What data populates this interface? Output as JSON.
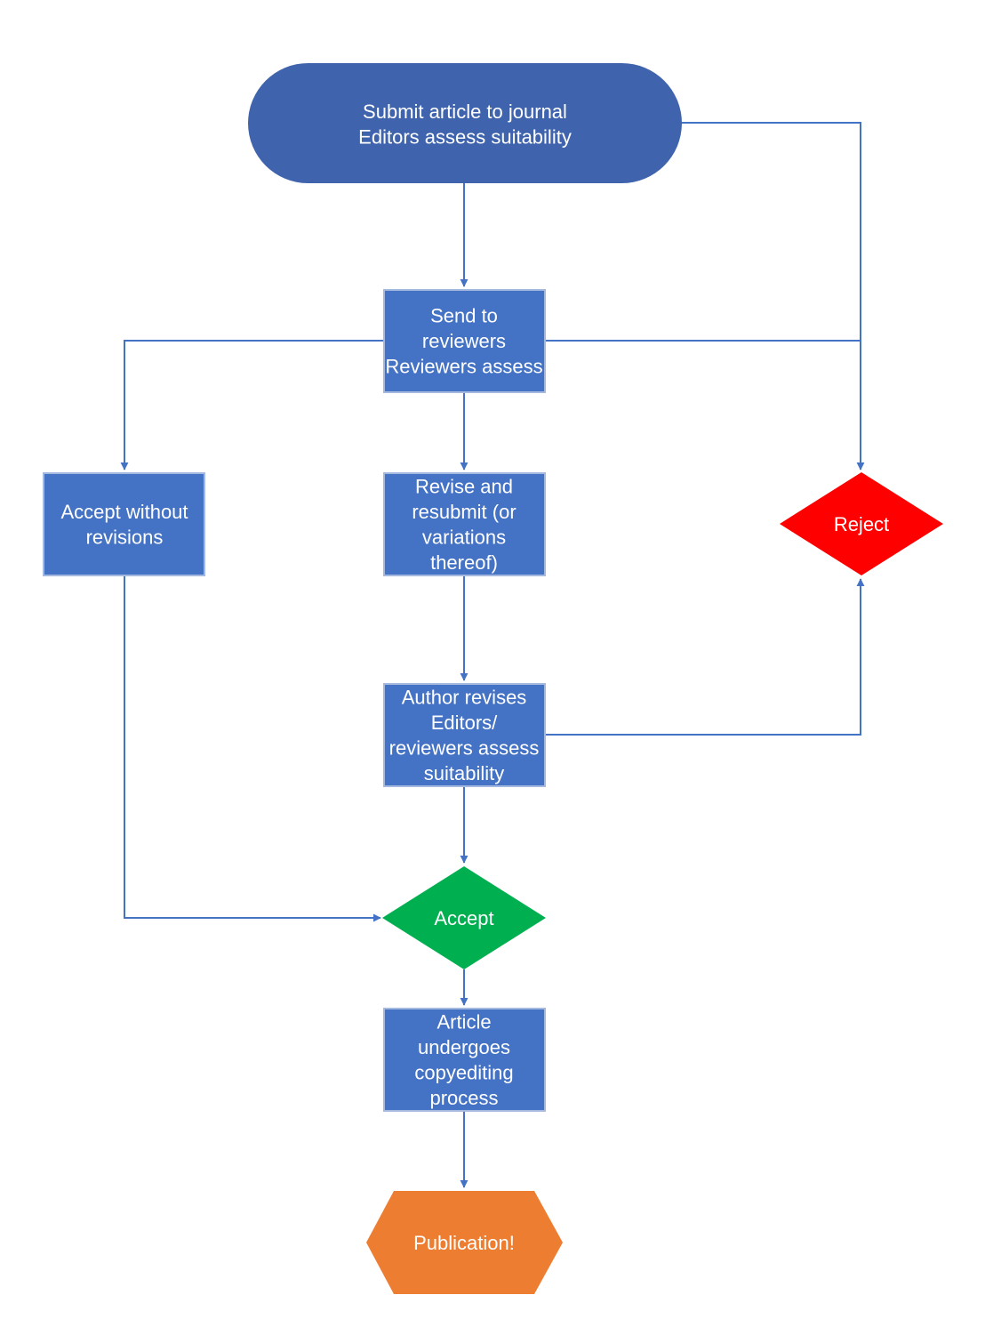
{
  "colors": {
    "blue_box": "#4472C4",
    "blue_terminator": "#3F64AD",
    "box_border": "#A5B8DE",
    "connector": "#4472C4",
    "reject": "#FF0000",
    "accept": "#00B050",
    "publication": "#ED7D31",
    "text": "#FFFFFF"
  },
  "nodes": {
    "submit": {
      "shape": "terminator",
      "lines": [
        "Submit article to journal",
        "Editors assess suitability"
      ]
    },
    "send_reviewers": {
      "shape": "process",
      "lines": [
        "Send to",
        "reviewers",
        "Reviewers assess"
      ]
    },
    "accept_without": {
      "shape": "process",
      "lines": [
        "Accept without",
        "revisions"
      ]
    },
    "revise_resubmit": {
      "shape": "process",
      "lines": [
        "Revise and",
        "resubmit (or",
        "variations",
        "thereof)"
      ]
    },
    "reject": {
      "shape": "decision",
      "lines": [
        "Reject"
      ]
    },
    "author_revises": {
      "shape": "process",
      "lines": [
        "Author revises",
        "Editors/",
        "reviewers assess",
        "suitability"
      ]
    },
    "accept": {
      "shape": "decision",
      "lines": [
        "Accept"
      ]
    },
    "copyediting": {
      "shape": "process",
      "lines": [
        "Article",
        "undergoes",
        "copyediting",
        "process"
      ]
    },
    "publication": {
      "shape": "hexagon",
      "lines": [
        "Publication!"
      ]
    }
  },
  "edges": [
    {
      "from": "submit",
      "to": "send_reviewers"
    },
    {
      "from": "submit",
      "to": "reject"
    },
    {
      "from": "send_reviewers",
      "to": "accept_without"
    },
    {
      "from": "send_reviewers",
      "to": "revise_resubmit"
    },
    {
      "from": "send_reviewers",
      "to": "reject"
    },
    {
      "from": "revise_resubmit",
      "to": "author_revises"
    },
    {
      "from": "author_revises",
      "to": "reject"
    },
    {
      "from": "author_revises",
      "to": "accept"
    },
    {
      "from": "accept_without",
      "to": "accept"
    },
    {
      "from": "accept",
      "to": "copyediting"
    },
    {
      "from": "copyediting",
      "to": "publication"
    }
  ]
}
